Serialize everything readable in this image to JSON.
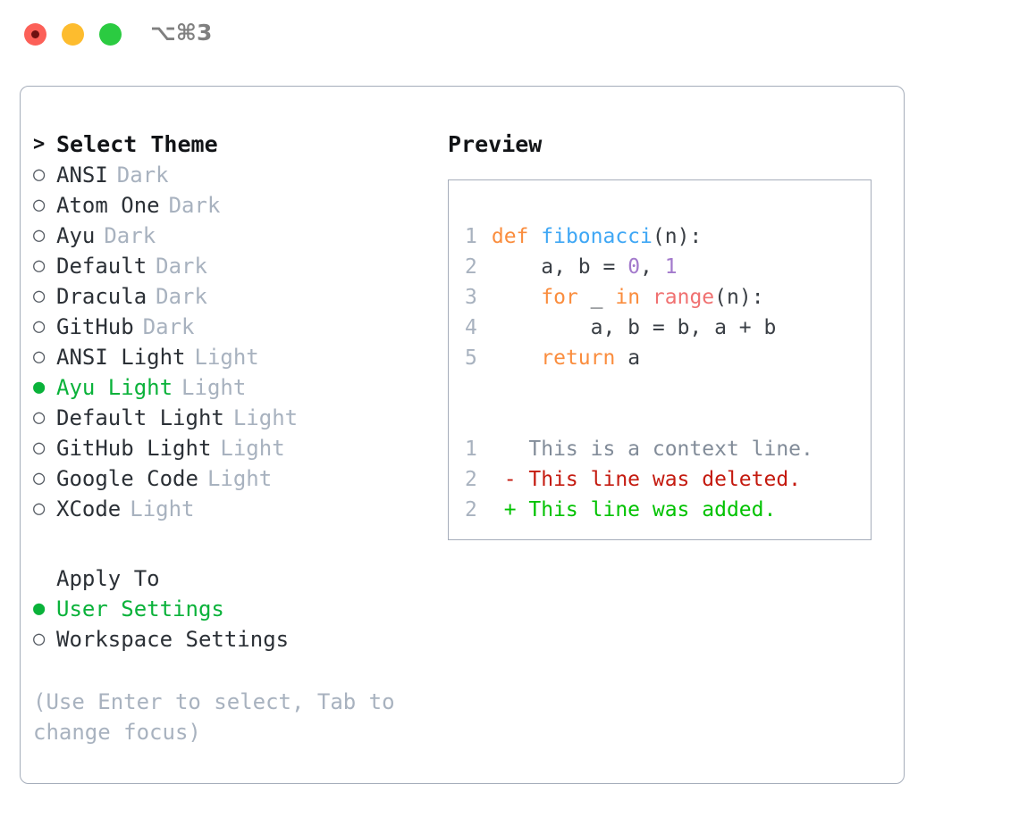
{
  "titlebar": {
    "shortcut": "⌥⌘3",
    "lights": [
      "close-red",
      "minimize-yellow",
      "maximize-green"
    ]
  },
  "theme_picker": {
    "header": {
      "prefix": ">",
      "label": "Select Theme"
    },
    "items": [
      {
        "bullet": "○",
        "name": "ANSI",
        "kind": "Dark",
        "selected": false
      },
      {
        "bullet": "○",
        "name": "Atom One",
        "kind": "Dark",
        "selected": false
      },
      {
        "bullet": "○",
        "name": "Ayu",
        "kind": "Dark",
        "selected": false
      },
      {
        "bullet": "○",
        "name": "Default",
        "kind": "Dark",
        "selected": false
      },
      {
        "bullet": "○",
        "name": "Dracula",
        "kind": "Dark",
        "selected": false
      },
      {
        "bullet": "○",
        "name": "GitHub",
        "kind": "Dark",
        "selected": false
      },
      {
        "bullet": "○",
        "name": "ANSI Light",
        "kind": "Light",
        "selected": false
      },
      {
        "bullet": "●",
        "name": "Ayu Light",
        "kind": "Light",
        "selected": true
      },
      {
        "bullet": "○",
        "name": "Default Light",
        "kind": "Light",
        "selected": false
      },
      {
        "bullet": "○",
        "name": "GitHub Light",
        "kind": "Light",
        "selected": false
      },
      {
        "bullet": "○",
        "name": "Google Code",
        "kind": "Light",
        "selected": false
      },
      {
        "bullet": "○",
        "name": "XCode",
        "kind": "Light",
        "selected": false
      }
    ]
  },
  "apply_to": {
    "title": "Apply To",
    "options": [
      {
        "bullet": "●",
        "label": "User Settings",
        "selected": true
      },
      {
        "bullet": "○",
        "label": "Workspace Settings",
        "selected": false
      }
    ]
  },
  "hint": "(Use Enter to select, Tab to change focus)",
  "preview": {
    "title": "Preview",
    "code": [
      {
        "ln": "1",
        "tokens": [
          {
            "t": "def ",
            "c": "kw"
          },
          {
            "t": "fibonacci",
            "c": "fn"
          },
          {
            "t": "(n):",
            "c": "punc"
          }
        ]
      },
      {
        "ln": "2",
        "tokens": [
          {
            "t": "    a, b = ",
            "c": "punc"
          },
          {
            "t": "0",
            "c": "num"
          },
          {
            "t": ", ",
            "c": "punc"
          },
          {
            "t": "1",
            "c": "num"
          }
        ]
      },
      {
        "ln": "3",
        "tokens": [
          {
            "t": "    ",
            "c": "punc"
          },
          {
            "t": "for",
            "c": "kw"
          },
          {
            "t": " _ ",
            "c": "punc"
          },
          {
            "t": "in",
            "c": "kw"
          },
          {
            "t": " ",
            "c": "punc"
          },
          {
            "t": "range",
            "c": "bi"
          },
          {
            "t": "(n):",
            "c": "punc"
          }
        ]
      },
      {
        "ln": "4",
        "tokens": [
          {
            "t": "        a, b = b, a + b",
            "c": "punc"
          }
        ]
      },
      {
        "ln": "5",
        "tokens": [
          {
            "t": "    ",
            "c": "punc"
          },
          {
            "t": "return",
            "c": "kw"
          },
          {
            "t": " a",
            "c": "punc"
          }
        ]
      }
    ],
    "diff": [
      {
        "ln": "1",
        "marker": " ",
        "text": "This is a context line.",
        "kind": "ctx"
      },
      {
        "ln": "2",
        "marker": "-",
        "text": "This line was deleted.",
        "kind": "del"
      },
      {
        "ln": "2",
        "marker": "+",
        "text": "This line was added.",
        "kind": "add"
      }
    ]
  },
  "colors": {
    "accent_green": "#0ab23a",
    "muted": "#a8b2bf",
    "text": "#2b3036",
    "keyword": "#fa8d3e",
    "function": "#3fa7f5",
    "number": "#a37acc",
    "builtin": "#f07171",
    "diff_add": "#00c200",
    "diff_del": "#c41a0f",
    "border": "#a5adba"
  }
}
